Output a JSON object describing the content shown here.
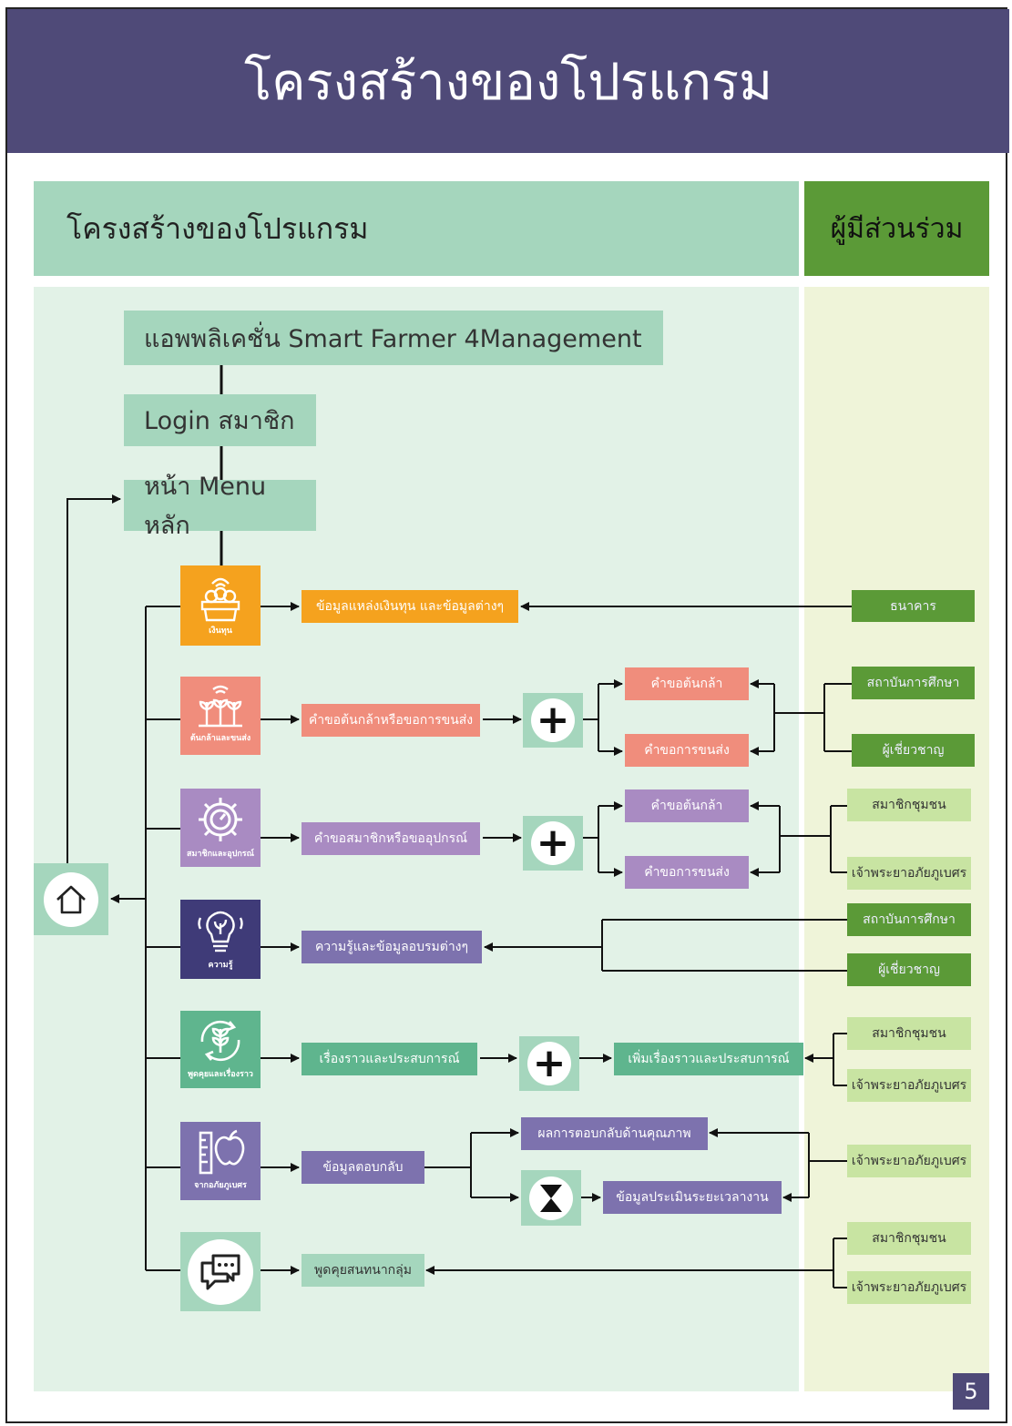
{
  "banner_title": "โครงสร้างของโปรแกรม",
  "header": {
    "left_title": "โครงสร้างของโปรแกรม",
    "right_title": "ผู้มีส่วนร่วม"
  },
  "main_flow": {
    "app": "แอพพลิเคชั่น Smart Farmer 4Management",
    "login": "Login สมาชิก",
    "menu": "หน้า Menu หลัก"
  },
  "categories": [
    {
      "label": "เงินทุน",
      "icon": "fruit-basket-icon",
      "color": "#f5a21e"
    },
    {
      "label": "ต้นกล้าและขนส่ง",
      "icon": "plants-icon",
      "color": "#f08d7c"
    },
    {
      "label": "สมาชิกและอุปกรณ์",
      "icon": "gear-icon",
      "color": "#a98bc2"
    },
    {
      "label": "ความรู้",
      "icon": "lightbulb-icon",
      "color": "#3f3b78"
    },
    {
      "label": "พูดคุยและเรื่องราว",
      "icon": "leaf-cycle-icon",
      "color": "#5fb58e"
    },
    {
      "label": "จากอภัยภูเบศร",
      "icon": "ruler-apple-icon",
      "color": "#7d72ae"
    },
    {
      "label": "",
      "icon": "chat-icon",
      "color": "#a5d6bd"
    }
  ],
  "rows": {
    "funding": {
      "info": "ข้อมูลแหล่งเงินทุน และข้อมูลต่างๆ",
      "partner": "ธนาคาร"
    },
    "seedling": {
      "request": "คำขอต้นกล้าหรือขอการขนส่ง",
      "out1": "คำขอต้นกล้า",
      "out2": "คำขอการขนส่ง",
      "partner1": "สถาบันการศึกษา",
      "partner2": "ผู้เชี่ยวชาญ"
    },
    "member": {
      "request": "คำขอสมาชิกหรือขออุปกรณ์",
      "out1": "คำขอต้นกล้า",
      "out2": "คำขอการขนส่ง",
      "partner1": "สมาชิกชุมชน",
      "partner2": "เจ้าพระยาอภัยภูเบศร"
    },
    "knowledge": {
      "info": "ความรู้และข้อมูลอบรมต่างๆ",
      "partner1": "สถาบันการศึกษา",
      "partner2": "ผู้เชี่ยวชาญ"
    },
    "story": {
      "info": "เรื่องราวและประสบการณ์",
      "add": "เพิ่มเรื่องราวและประสบการณ์",
      "partner1": "สมาชิกชุมชน",
      "partner2": "เจ้าพระยาอภัยภูเบศร"
    },
    "feedback": {
      "info": "ข้อมูลตอบกลับ",
      "out1": "ผลการตอบกลับด้านคุณภาพ",
      "out2": "ข้อมูลประเมินระยะเวลางาน",
      "partner": "เจ้าพระยาอภัยภูเบศร"
    },
    "chat": {
      "info": "พูดคุยสนทนากลุ่ม",
      "partner1": "สมาชิกชุมชน",
      "partner2": "เจ้าพระยาอภัยภูเบศร"
    }
  },
  "page_number": "5"
}
